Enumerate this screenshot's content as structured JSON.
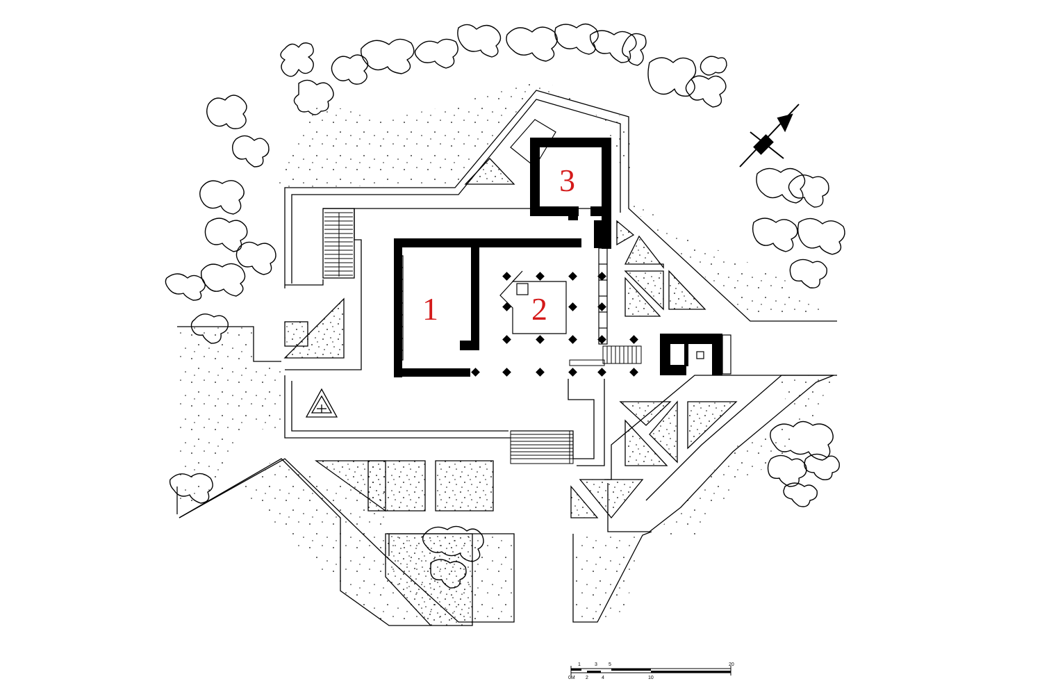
{
  "labels": {
    "room_1": "1",
    "room_2": "2",
    "room_3": "3"
  },
  "scale_bar": {
    "top_ticks": [
      "1",
      "3",
      "5",
      "20"
    ],
    "bottom_ticks": [
      "0M",
      "2",
      "4",
      "10"
    ]
  },
  "colors": {
    "label": "#d41a1a",
    "ink": "#000000",
    "paper": "#ffffff"
  },
  "icons": [
    "north-arrow-icon",
    "tree-icon",
    "triangle-fountain-icon"
  ]
}
